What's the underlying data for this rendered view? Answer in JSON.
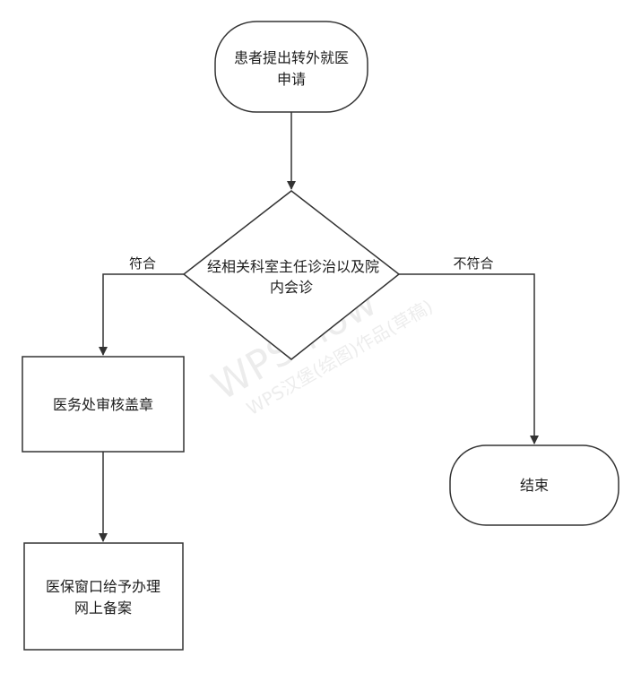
{
  "nodes": {
    "start": {
      "line1": "患者提出转外就医",
      "line2": "申请"
    },
    "decision": {
      "line1": "经相关科室主任诊治以及院",
      "line2": "内会诊"
    },
    "review": {
      "label": "医务处审核盖章"
    },
    "end": {
      "label": "结束"
    },
    "filing": {
      "line1": "医保窗口给予办理",
      "line2": "网上备案"
    }
  },
  "edges": {
    "yes_label": "符合",
    "no_label": "不符合"
  },
  "watermark": {
    "line1": "WPS flow",
    "line2": "WPS汉堡(绘图)作品(草稿)"
  },
  "colors": {
    "stroke": "#333333",
    "text": "#1e1e1e",
    "background": "#ffffff"
  }
}
